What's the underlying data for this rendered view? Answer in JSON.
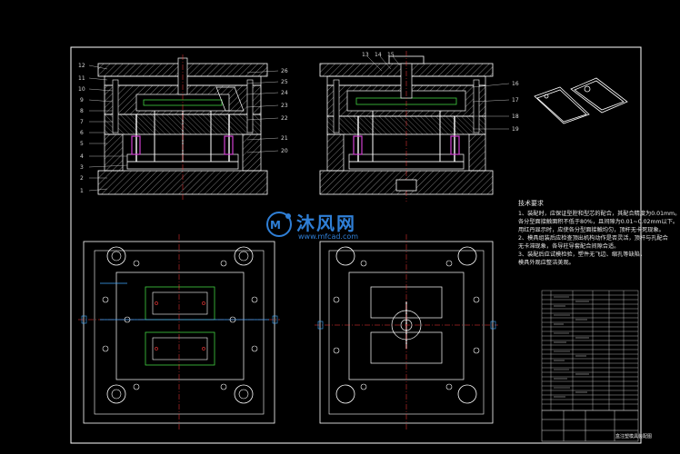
{
  "colors": {
    "background": "#000000",
    "outline": "#ffffff",
    "dimension": "#ff3b3b",
    "hatch": "#9a9a9a",
    "spring": "#d040d0",
    "cavity": "#40d040",
    "cooling": "#3fa9ff",
    "watermark": "#2f7fd6"
  },
  "part_labels_left": [
    "12",
    "11",
    "10",
    "9",
    "8",
    "7",
    "6",
    "5",
    "4",
    "3",
    "2",
    "1"
  ],
  "part_labels_mid": [
    "26",
    "25",
    "24",
    "23",
    "22",
    "21",
    "20"
  ],
  "part_labels_top": [
    "13",
    "14",
    "15"
  ],
  "part_labels_right": [
    "16",
    "17",
    "18",
    "19"
  ],
  "notes": {
    "title": "技术要求",
    "lines": [
      "1、装配时，应保证型腔和型芯的配合，其配合精度为0.01mm。",
      "各分型面接触面积不低于80%，且间隙为0.01~0.02mm以下。",
      "用红丹显示时，应使各分型面接触均匀，顶杆无卡死现象。",
      "2、模具组装后应检查顶出机构动作是否灵活，顶杆与孔配合",
      "无卡滞现象，各导柱导套配合间隙合适。",
      "3、装配后应试模检验，塑件无飞边、缩孔等缺陷，",
      "模具外观应整洁美观。"
    ]
  },
  "watermark": {
    "brand": "沐风网",
    "url": "www.mfcad.com",
    "icon": "mf-logo-icon"
  },
  "title_block": {
    "drawing_name": "盒注塑模具装配图"
  }
}
